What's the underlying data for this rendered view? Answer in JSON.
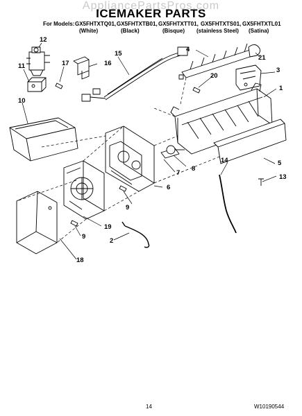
{
  "watermark": "AppliancePartsPros.com",
  "title": "ICEMAKER PARTS",
  "models_label": "For Models:",
  "models": [
    {
      "code": "GX5FHTXTQ01,",
      "color": "(White)"
    },
    {
      "code": "GX5FHTXTB01,",
      "color": "(Black)"
    },
    {
      "code": "GX5FHTXTT01,",
      "color": "(Bisque)"
    },
    {
      "code": "GX5FHTXTS01,",
      "color": "(stainless Steel)"
    },
    {
      "code": "GX5FHTXTL01",
      "color": "(Satina)"
    }
  ],
  "callouts": [
    "1",
    "2",
    "3",
    "4",
    "5",
    "6",
    "7",
    "8",
    "9",
    "9",
    "10",
    "11",
    "12",
    "13",
    "14",
    "15",
    "16",
    "17",
    "18",
    "19",
    "20",
    "21"
  ],
  "footer": {
    "page_number": "14",
    "doc_number": "W10190544"
  }
}
